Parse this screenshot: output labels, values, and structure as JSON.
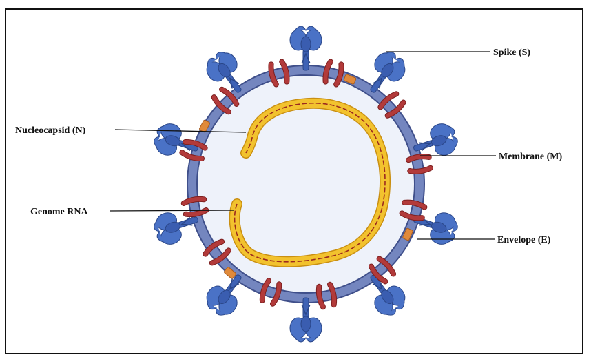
{
  "labels": {
    "spike": "Spike (S)",
    "nucleocapsid": "Nucleocapsid (N)",
    "membrane": "Membrane (M)",
    "genome_rna": "Genome RNA",
    "envelope": "Envelope (E)"
  },
  "colors": {
    "spike": "#4a72c6",
    "spike_dark": "#2f4f9e",
    "membrane_ring": "#6f80b8",
    "interior": "#eef2fa",
    "m_protein": "#b23a3a",
    "e_protein": "#e08a3a",
    "nucleocapsid": "#f2c22e",
    "rna": "#9c2a1e"
  }
}
